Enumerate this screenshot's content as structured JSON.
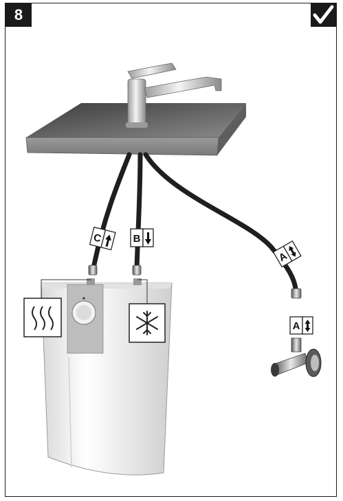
{
  "step": {
    "number": "8",
    "icon": "checkmark-icon"
  },
  "connectors": {
    "hot_outlet": "C",
    "cold_inlet": "B",
    "supply_main": "A",
    "supply_valve": "A"
  },
  "symbols": {
    "hot": "heat-waves-icon",
    "cold": "snowflake-icon"
  },
  "colors": {
    "frame": "#1a1a1a",
    "hose": "#1f1f1f",
    "counter": "#6f6f6f",
    "heater": "#ececec"
  }
}
